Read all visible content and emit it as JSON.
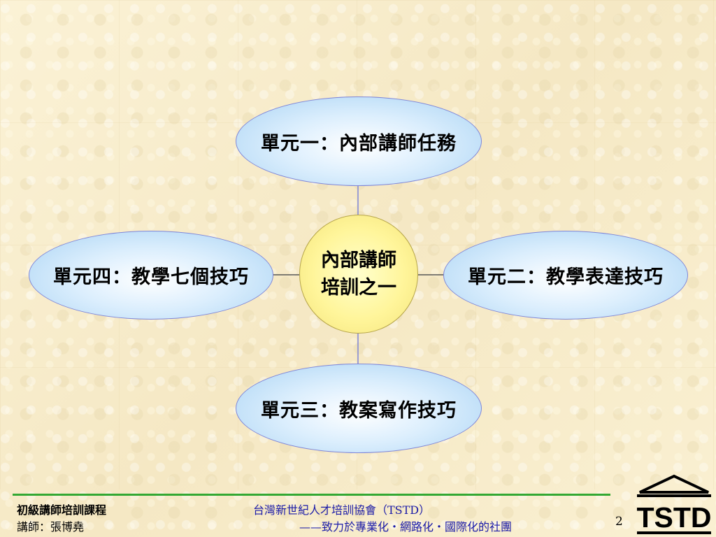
{
  "diagram": {
    "center": {
      "line1": "內部講師",
      "line2": "培訓之一"
    },
    "units": {
      "top": "單元一：內部講師任務",
      "right": "單元二：教學表達技巧",
      "bottom": "單元三：教案寫作技巧",
      "left": "單元四：教學七個技巧"
    }
  },
  "footer": {
    "course": "初級講師培訓課程",
    "instructor": "講師：張博堯",
    "org": "台灣新世紀人才培訓協會（TSTD）",
    "slogan": "——致力於專業化‧網路化‧國際化的社團",
    "page": "2",
    "logo_text": "TSTD"
  },
  "colors": {
    "unit_fill": "#a9d3f3",
    "center_fill": "#fff59a",
    "connector": "#7f86d8",
    "footer_line": "#33a833",
    "footer_text": "#1a1aa8"
  }
}
